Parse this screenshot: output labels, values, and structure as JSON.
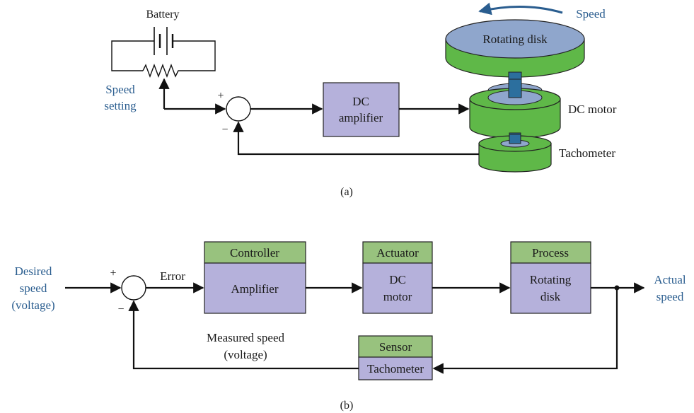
{
  "figure_a": {
    "battery_label": "Battery",
    "speed_setting_label_line1": "Speed",
    "speed_setting_label_line2": "setting",
    "plus_sign": "+",
    "minus_sign": "−",
    "amplifier_line1": "DC",
    "amplifier_line2": "amplifier",
    "disk_label": "Rotating disk",
    "speed_label": "Speed",
    "motor_label": "DC motor",
    "tachometer_label": "Tachometer",
    "caption": "(a)"
  },
  "figure_b": {
    "input_line1": "Desired",
    "input_line2": "speed",
    "input_line3": "(voltage)",
    "plus_sign": "+",
    "minus_sign": "−",
    "error_label": "Error",
    "controller_header": "Controller",
    "controller_body": "Amplifier",
    "actuator_header": "Actuator",
    "actuator_body_line1": "DC",
    "actuator_body_line2": "motor",
    "process_header": "Process",
    "process_body_line1": "Rotating",
    "process_body_line2": "disk",
    "output_line1": "Actual",
    "output_line2": "speed",
    "feedback_line1": "Measured speed",
    "feedback_line2": "(voltage)",
    "sensor_header": "Sensor",
    "sensor_body": "Tachometer",
    "caption": "(b)"
  },
  "colors": {
    "label_blue": "#2a5d8f",
    "block_purple": "#b5b1db",
    "header_green": "#98c27e",
    "motor_green": "#5fb848",
    "disk_blue": "#8fa6cc",
    "shaft_blue": "#2c6f9e"
  }
}
